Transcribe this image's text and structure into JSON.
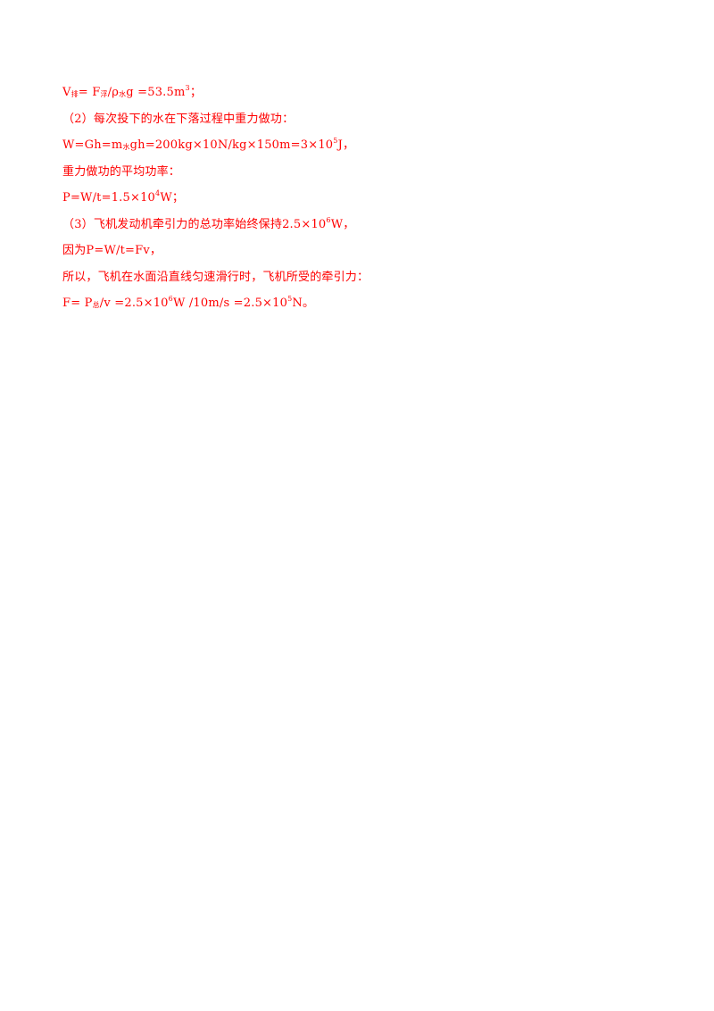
{
  "solution": {
    "line1": {
      "a": "V",
      "b": "排",
      "c": "= F",
      "d": "浮",
      "e": "/ρ",
      "f": "水",
      "g": "g =53.5m",
      "h": "3",
      "i": "；"
    },
    "line2": "（2）每次投下的水在下落过程中重力做功：",
    "line3": {
      "a": "W=Gh=m",
      "b": "水",
      "c": "gh=200kg×10N/kg×150m=3×10",
      "d": "5",
      "e": "J，"
    },
    "line4": "重力做功的平均功率：",
    "line5": {
      "a": "P=W/t=1.5×10",
      "b": "4",
      "c": "W；"
    },
    "line6": {
      "a": "（3）飞机发动机牵引力的总功率始终保持2.5×10",
      "b": "6",
      "c": "W，"
    },
    "line7": "因为P=W/t=Fv，",
    "line8": "所以，飞机在水面沿直线匀速滑行时，飞机所受的牵引力：",
    "line9": {
      "a": "F= P",
      "b": "总",
      "c": "/v =2.5×10",
      "d": "6",
      "e": "W /10m/s =2.5×10",
      "f": "5",
      "g": "N。"
    }
  },
  "colors": {
    "text": "#ff0000",
    "background": "#ffffff"
  }
}
